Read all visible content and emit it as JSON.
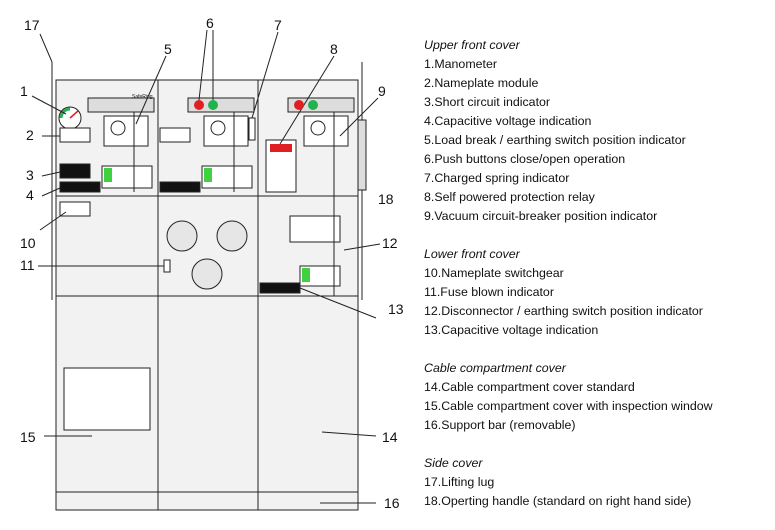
{
  "callouts": [
    "17",
    "6",
    "7",
    "5",
    "8",
    "1",
    "9",
    "2",
    "3",
    "4",
    "18",
    "10",
    "12",
    "11",
    "13",
    "15",
    "14",
    "16"
  ],
  "nameplate_text": "SafeRing",
  "colors": {
    "red_button": "#e02020",
    "green_button": "#22b14c",
    "green_indicator": "#3fd13f",
    "red_indicator": "#e02020"
  },
  "legend": [
    {
      "title": "Upper front cover",
      "items": [
        "1.Manometer",
        "2.Nameplate module",
        "3.Short circuit indicator",
        "4.Capacitive voltage indication",
        "5.Load break / earthing switch position indicator",
        "6.Push buttons close/open operation",
        "7.Charged spring indicator",
        "8.Self powered protection relay",
        "9.Vacuum circuit-breaker position indicator"
      ]
    },
    {
      "title": "Lower front cover",
      "items": [
        "10.Nameplate switchgear",
        "11.Fuse blown indicator",
        "12.Disconnector / earthing switch position indicator",
        "13.Capacitive voltage indication"
      ]
    },
    {
      "title": "Cable compartment cover",
      "items": [
        "14.Cable compartment cover standard",
        "15.Cable compartment cover with inspection window",
        "16.Support bar (removable)"
      ]
    },
    {
      "title": "Side cover",
      "items": [
        "17.Lifting lug",
        "18.Operting handle (standard on right hand side)"
      ]
    }
  ]
}
